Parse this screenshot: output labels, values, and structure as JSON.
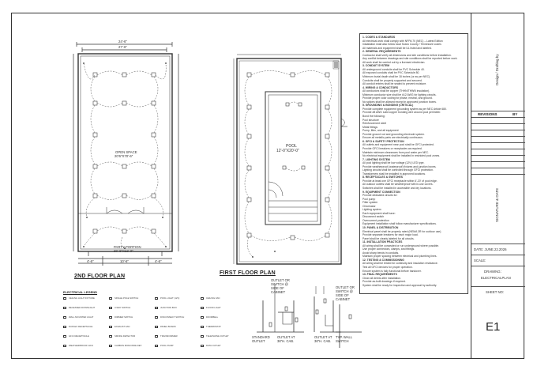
{
  "drawing": {
    "sheet_no": "E1",
    "sheet_no_label": "SHEET NO:",
    "drawing_label": "DRAWING:",
    "drawing_value": "ELECTRICALPLAN",
    "scale_label": "SCALE:",
    "date_label": "DATE: JUNE.22.2026",
    "signature_label": "SIGNATURE & DATE",
    "design_label": "Design / Drafting by",
    "revisions_label": "REVISIONS",
    "by_label": "BY"
  },
  "plans": {
    "second_floor_title": "2ND FLOOR PLAN",
    "first_floor_title": "FIRST FLOOR PLAN",
    "open_space_label": "OPEN SPACE",
    "open_space_dims": "20'6\"X70'-6\"",
    "party_portion_label": "PARTY PORTION",
    "party_portion_dims": "20'-6\"X12'-0\"",
    "pool_label": "POOL",
    "pool_dims": "12'-0\"X20'-0\"",
    "dim_top_a": "24'-6\"",
    "dim_top_b": "27'-6\"",
    "dim_bottom_a": "4'-6\"",
    "dim_bottom_b": "10'-6\"",
    "dim_bottom_c": "4'-6\""
  },
  "notes": [
    {
      "t": "1.    CODES & STANDARDS",
      "h": true
    },
    {
      "t": "All electrical work shall comply with NFPA 70 (NEC) – Latest Edition",
      "h": false
    },
    {
      "t": "Installation shall also follow local Suicio County / Tennessee codes",
      "h": false
    },
    {
      "t": "All materials and equipment shall be UL listed and labeled.",
      "h": false
    },
    {
      "t": "2. GENERAL REQUIREMENTS",
      "h": true
    },
    {
      "t": "Contractor shall verify all dimensions and site conditions before installation.",
      "h": false
    },
    {
      "t": "Any conflict between drawings and site conditions shall be reported before work.",
      "h": false
    },
    {
      "t": "All work shall be carried out by a licensed electrician.",
      "h": false
    },
    {
      "t": "3. CONDUIT SYSTEM",
      "h": true
    },
    {
      "t": "All underground conduits shall be PVC Schedule 40.",
      "h": false
    },
    {
      "t": "All exposed conduits shall be PVC Schedule 80.",
      "h": false
    },
    {
      "t": "Minimum burial depth shall be 18 inches (or as per NEC).",
      "h": false
    },
    {
      "t": "Conduits shall be properly supported and secured.",
      "h": false
    },
    {
      "t": "All conduit entries shall be sealed to prevent moisture.",
      "h": false
    },
    {
      "t": "4. WIRING & CONDUCTORS",
      "h": true
    },
    {
      "t": "All conductors shall be copper (THHN/THWN insulation).",
      "h": false
    },
    {
      "t": "Minimum conductor size shall be #12 AWG for lighting circuits.",
      "h": false
    },
    {
      "t": "Provide proper color coding for phase, neutral, and ground.",
      "h": false
    },
    {
      "t": "No splices shall be allowed except in approved junction boxes.",
      "h": false
    },
    {
      "t": "5. GROUNDING & BONDING (CRITICAL)",
      "h": true
    },
    {
      "t": "Provide complete equipment grounding system as per NEC Article 680.",
      "h": false
    },
    {
      "t": "Provide #8 AWG solid copper bonding wire around pool perimeter.",
      "h": false
    },
    {
      "t": "Bond the following:",
      "h": false
    },
    {
      "t": "Pool structure",
      "h": false
    },
    {
      "t": "Reinforcement steel",
      "h": false
    },
    {
      "t": "Metal fittings",
      "h": false
    },
    {
      "t": "Pump, filter, and all equipment",
      "h": false
    },
    {
      "t": "Provide ground rod and grounding electrode system.",
      "h": false
    },
    {
      "t": "Ensure all metallic parts are electrically continuous.",
      "h": false
    },
    {
      "t": "6. GFCI & SAFETY PROTECTION",
      "h": true
    },
    {
      "t": "All outlets and equipment near pool shall be GFCI protected.",
      "h": false
    },
    {
      "t": "Provide GFCI breakers or receptacles as required.",
      "h": false
    },
    {
      "t": "Maintain minimum clearances from pool water per NEC.",
      "h": false
    },
    {
      "t": "No electrical equipment shall be installed in restricted pool zones.",
      "h": false
    },
    {
      "t": "7. LIGHTING SYSTEM",
      "h": true
    },
    {
      "t": "All pool lighting shall be low voltage (12V) LED type.",
      "h": false
    },
    {
      "t": "Provide weatherproof (waterproof) fixtures and junction boxes.",
      "h": false
    },
    {
      "t": "Lighting circuits shall be controlled through GFCI protection.",
      "h": false
    },
    {
      "t": "Transformers shall be installed in approved locations.",
      "h": false
    },
    {
      "t": "8. RECEPTACLES & SWITCHES",
      "h": true
    },
    {
      "t": "Provide at least one GFCI receptacle within 6'-20' of pool edge.",
      "h": false
    },
    {
      "t": "All outdoor outlets shall be weatherproof with in-use covers.",
      "h": false
    },
    {
      "t": "Switches shall be installed in accessible and dry locations.",
      "h": false
    },
    {
      "t": "9. EQUIPMENT CONNECTION",
      "h": true
    },
    {
      "t": "Provide dedicated circuits for:",
      "h": false
    },
    {
      "t": "Pool pump",
      "h": false
    },
    {
      "t": "Filter system",
      "h": false
    },
    {
      "t": "Chlorinator",
      "h": false
    },
    {
      "t": "Lighting system",
      "h": false
    },
    {
      "t": "Each equipment shall have:",
      "h": false
    },
    {
      "t": "Disconnect switch",
      "h": false
    },
    {
      "t": "Overcurrent protection",
      "h": false
    },
    {
      "t": "Equipment installation shall follow manufacturer specifications.",
      "h": false
    },
    {
      "t": "10. PANEL & DISTRIBUTION",
      "h": true
    },
    {
      "t": "Electrical panel shall be properly rated (NEMA 3R for outdoor use).",
      "h": false
    },
    {
      "t": "Provide separate breakers for each major load.",
      "h": false
    },
    {
      "t": "Panel shall be clearly labeled for all circuits.",
      "h": false
    },
    {
      "t": "11. INSTALLATION PRACTICES",
      "h": true
    },
    {
      "t": "All wiring shall be concealed or run underground where possible.",
      "h": false
    },
    {
      "t": "Use proper connectors, clamps, and fittings.",
      "h": false
    },
    {
      "t": "Avoid sharp bends in conduits.",
      "h": false
    },
    {
      "t": "Maintain proper spacing between electrical and plumbing lines.",
      "h": false
    },
    {
      "t": "12. TESTING & COMMISSIONING",
      "h": true
    },
    {
      "t": "All wiring shall be tested for continuity and insulation resistance.",
      "h": false
    },
    {
      "t": "Test all GFCI devices for proper operation.",
      "h": false
    },
    {
      "t": "Ensure system is fully functional before handover.",
      "h": false
    },
    {
      "t": "13. FINAL REQUIREMENTS",
      "h": true
    },
    {
      "t": "Clean all debris after installation.",
      "h": false
    },
    {
      "t": "Provide as-built drawings if required.",
      "h": false
    },
    {
      "t": "System shall be ready for inspection and approval by authority.",
      "h": false
    }
  ],
  "legend": {
    "title": "ELECTRICAL LEGEND",
    "items": [
      "CEILING LIGHT FIXTURE",
      "RECESSED DOWNLIGHT",
      "WALL MOUNTED LIGHT",
      "DUPLEX RECEPTACLE",
      "GFCI RECEPTACLE",
      "WEATHERPROOF GFCI",
      "SINGLE POLE SWITCH",
      "3-WAY SWITCH",
      "DIMMER SWITCH",
      "EXHAUST FAN",
      "SMOKE DETECTOR",
      "CARBON MONOXIDE DET.",
      "POOL LIGHT (12V)",
      "JUNCTION BOX",
      "DISCONNECT SWITCH",
      "PANEL BOARD",
      "TRANSFORMER",
      "POOL PUMP",
      "CEILING FAN",
      "FLOOD LIGHT",
      "DOORBELL",
      "THERMOSTAT",
      "TELEPHONE OUTLET",
      "DATA OUTLET"
    ]
  },
  "details": {
    "outlet_or_switch_a": "OUTLET OR\nSWITCH @\nSIDE OF\nCABINET",
    "outlet_or_switch_b": "OUTLET OR\nSWITCH @\nSIDE OF\nCABINET",
    "standard_outlet": "STANDARD\nOUTLET",
    "outlet_at_cab_a": "OUTLET AT\n36\"H. CAB.",
    "outlet_at_cab_b": "OUTLET AT\n36\"H. CAB.",
    "typ_wall_switch": "TYP. WALL\nSWITCH"
  }
}
